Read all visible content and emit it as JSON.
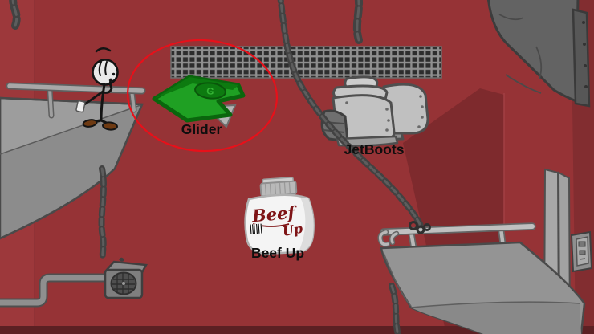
{
  "scene": {
    "name": "red room item selection",
    "items": [
      {
        "id": "glider",
        "label": "Glider",
        "highlighted": true
      },
      {
        "id": "jetboots",
        "label": "JetBoots",
        "highlighted": false
      },
      {
        "id": "beefup",
        "label": "Beef Up",
        "highlighted": false
      }
    ],
    "beef_jar": {
      "line1": "Beef",
      "line2": "Up"
    },
    "glider_emblem": "G",
    "colors": {
      "wall": "#963336",
      "wall_left_strip": "#9d383b",
      "wall_shadow": "#7e2a2d",
      "wall_far_right": "#822d30",
      "floor": "#5c2023",
      "platform_gray": "#9d9d9d",
      "chain_gray": "#424242",
      "glider_green": "#1fa023",
      "glider_dark_green": "#0a660d",
      "selection_circle_red": "#e8101a",
      "label_black": "#0e0e0e",
      "shoe_brown": "#6e3a12",
      "jar_text_red": "#7e1416"
    }
  }
}
